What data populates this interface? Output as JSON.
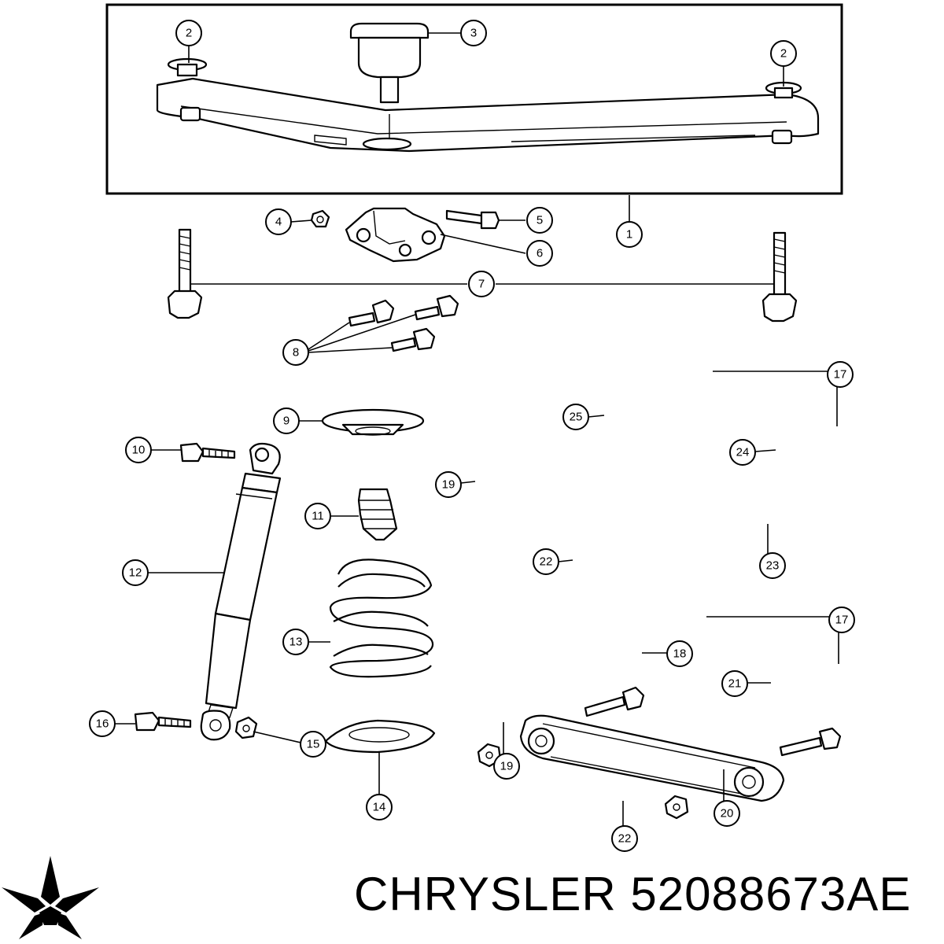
{
  "brand": {
    "name": "CHRYSLER",
    "part_number": "52088673AE",
    "logo_icon": "chrysler-pentastar-icon"
  },
  "callouts": [
    {
      "id": "c1",
      "label": "1"
    },
    {
      "id": "c2a",
      "label": "2"
    },
    {
      "id": "c2b",
      "label": "2"
    },
    {
      "id": "c3",
      "label": "3"
    },
    {
      "id": "c4",
      "label": "4"
    },
    {
      "id": "c5",
      "label": "5"
    },
    {
      "id": "c6",
      "label": "6"
    },
    {
      "id": "c7",
      "label": "7"
    },
    {
      "id": "c8",
      "label": "8"
    },
    {
      "id": "c9",
      "label": "9"
    },
    {
      "id": "c10",
      "label": "10"
    },
    {
      "id": "c11",
      "label": "11"
    },
    {
      "id": "c12",
      "label": "12"
    },
    {
      "id": "c13",
      "label": "13"
    },
    {
      "id": "c14",
      "label": "14"
    },
    {
      "id": "c15",
      "label": "15"
    },
    {
      "id": "c16",
      "label": "16"
    },
    {
      "id": "c17a",
      "label": "17"
    },
    {
      "id": "c17b",
      "label": "17"
    },
    {
      "id": "c18",
      "label": "18"
    },
    {
      "id": "c19a",
      "label": "19"
    },
    {
      "id": "c19b",
      "label": "19"
    },
    {
      "id": "c20",
      "label": "20"
    },
    {
      "id": "c21",
      "label": "21"
    },
    {
      "id": "c22a",
      "label": "22"
    },
    {
      "id": "c22b",
      "label": "22"
    },
    {
      "id": "c23",
      "label": "23"
    },
    {
      "id": "c24",
      "label": "24"
    },
    {
      "id": "c25",
      "label": "25"
    }
  ]
}
